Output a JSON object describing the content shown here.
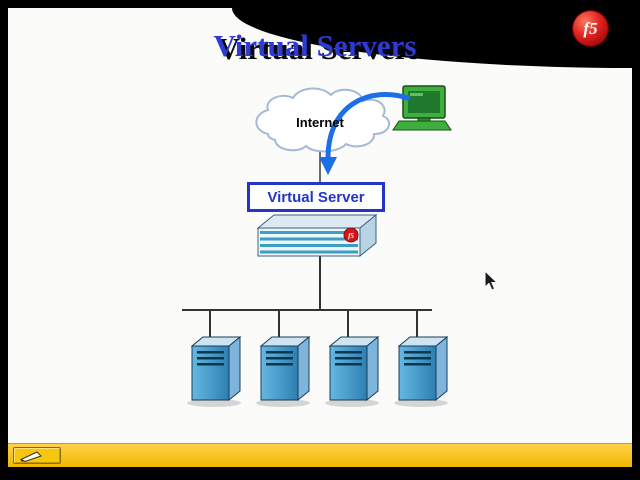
{
  "window": {
    "type": "presentation-slideshow"
  },
  "slide": {
    "title": "Virtual Servers"
  },
  "logo": {
    "text": "f5"
  },
  "diagram": {
    "internet_label": "Internet",
    "virtual_server_label": "Virtual Server",
    "nodes": [
      "internet-cloud",
      "client-computer",
      "virtual-server",
      "bigip-appliance",
      "server-1",
      "server-2",
      "server-3",
      "server-4"
    ]
  },
  "colors": {
    "title_blue": "#2d3bd4",
    "box_blue": "#2436c8",
    "arrow_blue": "#1e6ee8",
    "server_blue": "#3b8fc4",
    "bar_yellow": "#f5c400",
    "f5_red": "#d01818",
    "computer_green": "#3fae3f"
  }
}
